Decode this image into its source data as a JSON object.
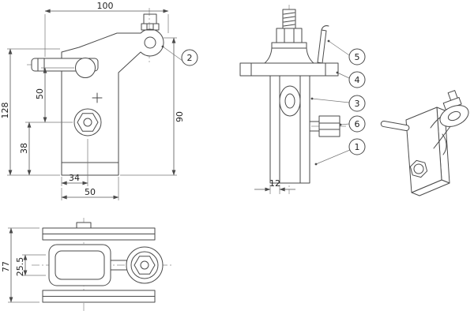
{
  "drawing": {
    "kind": "technical-orthographic-drawing",
    "line_color": "#4a4a4a",
    "background": "#ffffff"
  },
  "dimensions": {
    "front": {
      "width": "100",
      "height": "128",
      "hole_spacing": "50",
      "bottom_offset": "38",
      "hole_x": "34",
      "base_width": "50",
      "side_height": "90"
    },
    "side": {
      "thickness": "12"
    },
    "top": {
      "depth": "77",
      "half_depth": "25.5"
    }
  },
  "balloons": [
    {
      "label": "1"
    },
    {
      "label": "2"
    },
    {
      "label": "3"
    },
    {
      "label": "4"
    },
    {
      "label": "5"
    },
    {
      "label": "6"
    }
  ]
}
